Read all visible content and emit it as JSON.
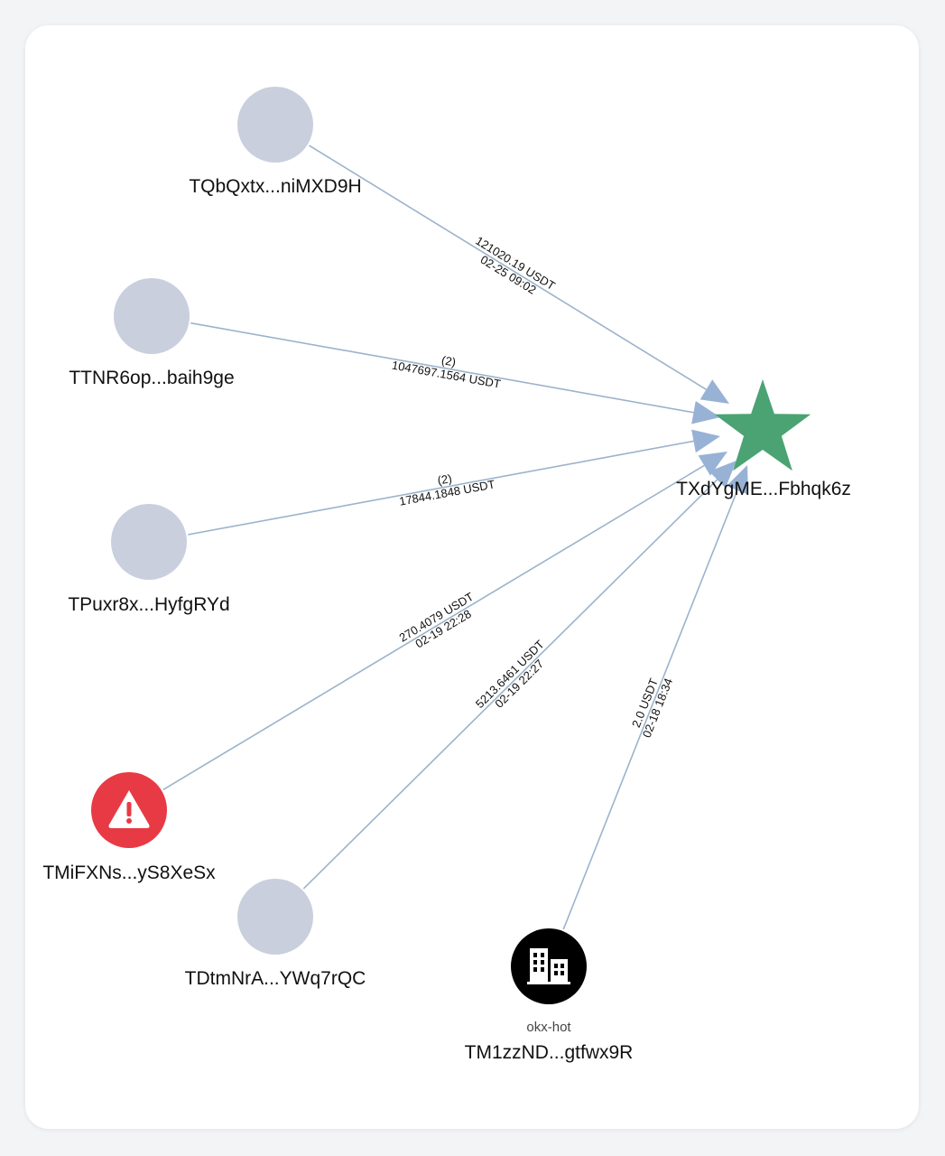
{
  "colors": {
    "edge": "#9bb3cc",
    "arrow": "#98b2d6",
    "plain_node": "#c9cfdd",
    "center_node": "#4ba373",
    "warning_node": "#e83a45",
    "exchange_node": "#000000"
  },
  "center": {
    "label": "TXdYgME...Fbhqk6z",
    "icon": "star-icon"
  },
  "nodes": [
    {
      "id": "n1",
      "label": "TQbQxtx...niMXD9H",
      "kind": "plain"
    },
    {
      "id": "n2",
      "label": "TTNR6op...baih9ge",
      "kind": "plain"
    },
    {
      "id": "n3",
      "label": "TPuxr8x...HyfgRYd",
      "kind": "plain"
    },
    {
      "id": "n4",
      "label": "TMiFXNs...yS8XeSx",
      "kind": "warning",
      "icon": "warning-icon"
    },
    {
      "id": "n5",
      "label": "TDtmNrA...YWq7rQC",
      "kind": "plain"
    },
    {
      "id": "n6",
      "label": "TM1zzND...gtfwx9R",
      "kind": "exchange",
      "tag": "okx-hot",
      "icon": "building-icon"
    }
  ],
  "edges": [
    {
      "from": "n1",
      "line1": "121020.19 USDT",
      "line2": "02-25 09:02"
    },
    {
      "from": "n2",
      "line1": "(2)",
      "line2": "1047697.1564 USDT"
    },
    {
      "from": "n3",
      "line1": "(2)",
      "line2": "17844.1848 USDT"
    },
    {
      "from": "n4",
      "line1": "270.4079 USDT",
      "line2": "02-19 22:28"
    },
    {
      "from": "n5",
      "line1": "5213.6461 USDT",
      "line2": "02-19 22:27"
    },
    {
      "from": "n6",
      "line1": "2.0 USDT",
      "line2": "02-18 18:34"
    }
  ]
}
